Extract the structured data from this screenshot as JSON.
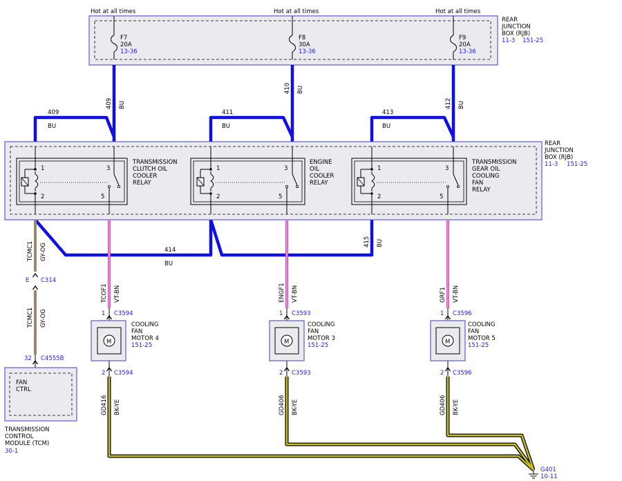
{
  "colors": {
    "bu": "#1010e0",
    "vt_bn": "#d84cc0",
    "gy_og": "#9a8868",
    "bk_ye": "#c8c020",
    "box_stroke": "#5b5bd6",
    "box_fill": "#eaeaef",
    "ref": "#1a1aff"
  },
  "hot": [
    "Hot at all times",
    "Hot at all times",
    "Hot at all times"
  ],
  "rjb_top": {
    "lines": [
      "REAR",
      "JUNCTION",
      "BOX (RJB)"
    ],
    "ref1": "11-3",
    "ref2": "151-25"
  },
  "fuses": [
    {
      "name": "F7",
      "rating": "20A",
      "ref": "13-36"
    },
    {
      "name": "F8",
      "rating": "30A",
      "ref": "13-36"
    },
    {
      "name": "F9",
      "rating": "20A",
      "ref": "13-36"
    }
  ],
  "feed_wires": [
    {
      "circuit": "409",
      "color": "BU"
    },
    {
      "circuit": "410",
      "color": "BU"
    },
    {
      "circuit": "412",
      "color": "BU"
    }
  ],
  "jump_wires": [
    {
      "circuit": "409",
      "color": "BU"
    },
    {
      "circuit": "411",
      "color": "BU"
    },
    {
      "circuit": "413",
      "color": "BU"
    }
  ],
  "rjb_bottom": {
    "lines": [
      "REAR",
      "JUNCTION",
      "BOX (RJB)"
    ],
    "ref1": "11-3",
    "ref2": "151-25"
  },
  "relays": [
    {
      "lines": [
        "TRANSMISSION",
        "CLUTCH OIL",
        "COOLER",
        "RELAY"
      ],
      "pins": [
        "1",
        "2",
        "3",
        "5"
      ]
    },
    {
      "lines": [
        "ENGINE",
        "OIL",
        "COOLER",
        "RELAY"
      ],
      "pins": [
        "1",
        "2",
        "3",
        "5"
      ]
    },
    {
      "lines": [
        "TRANSMISSION",
        "GEAR OIL",
        "COOLING",
        "FAN",
        "RELAY"
      ],
      "pins": [
        "1",
        "2",
        "3",
        "5"
      ]
    }
  ],
  "coil_wires": [
    {
      "circuit": "414",
      "color": "BU"
    },
    {
      "circuit": "415",
      "color": "BU"
    }
  ],
  "tcm_wire": {
    "circuit": "TCMC1",
    "color": "GY-OG",
    "conn_pin": "E",
    "conn": "C314"
  },
  "tcm_wire2": {
    "circuit": "TCMC1",
    "color": "GY-OG",
    "conn_pin": "32",
    "conn": "C4555B"
  },
  "tcm": {
    "inner": [
      "FAN",
      "CTRL"
    ],
    "lines": [
      "TRANSMISSION",
      "CONTROL",
      "MODULE (TCM)"
    ],
    "ref": "30-1"
  },
  "motor_wires": [
    {
      "circuit": "TCOF1",
      "color": "VT-BN"
    },
    {
      "circuit": "ENGF1",
      "color": "VT-BN"
    },
    {
      "circuit": "GRF1",
      "color": "VT-BN"
    }
  ],
  "motors": [
    {
      "pin_top": "1",
      "conn_top": "C3594",
      "lines": [
        "COOLING",
        "FAN",
        "MOTOR 4"
      ],
      "ref": "151-25",
      "pin_bottom": "2",
      "conn_bottom": "C3594",
      "symbol": "M"
    },
    {
      "pin_top": "1",
      "conn_top": "C3593",
      "lines": [
        "COOLING",
        "FAN",
        "MOTOR 3"
      ],
      "ref": "151-25",
      "pin_bottom": "2",
      "conn_bottom": "C3593",
      "symbol": "M"
    },
    {
      "pin_top": "1",
      "conn_top": "C3596",
      "lines": [
        "COOLING",
        "FAN",
        "MOTOR 5"
      ],
      "ref": "151-25",
      "pin_bottom": "2",
      "conn_bottom": "C3596",
      "symbol": "M"
    }
  ],
  "ground_wires": [
    {
      "circuit": "GD416",
      "color": "BK-YE"
    },
    {
      "circuit": "GD406",
      "color": "BK-YE"
    },
    {
      "circuit": "GD406",
      "color": "BK-YE"
    }
  ],
  "ground": {
    "name": "G401",
    "ref": "10-11"
  }
}
